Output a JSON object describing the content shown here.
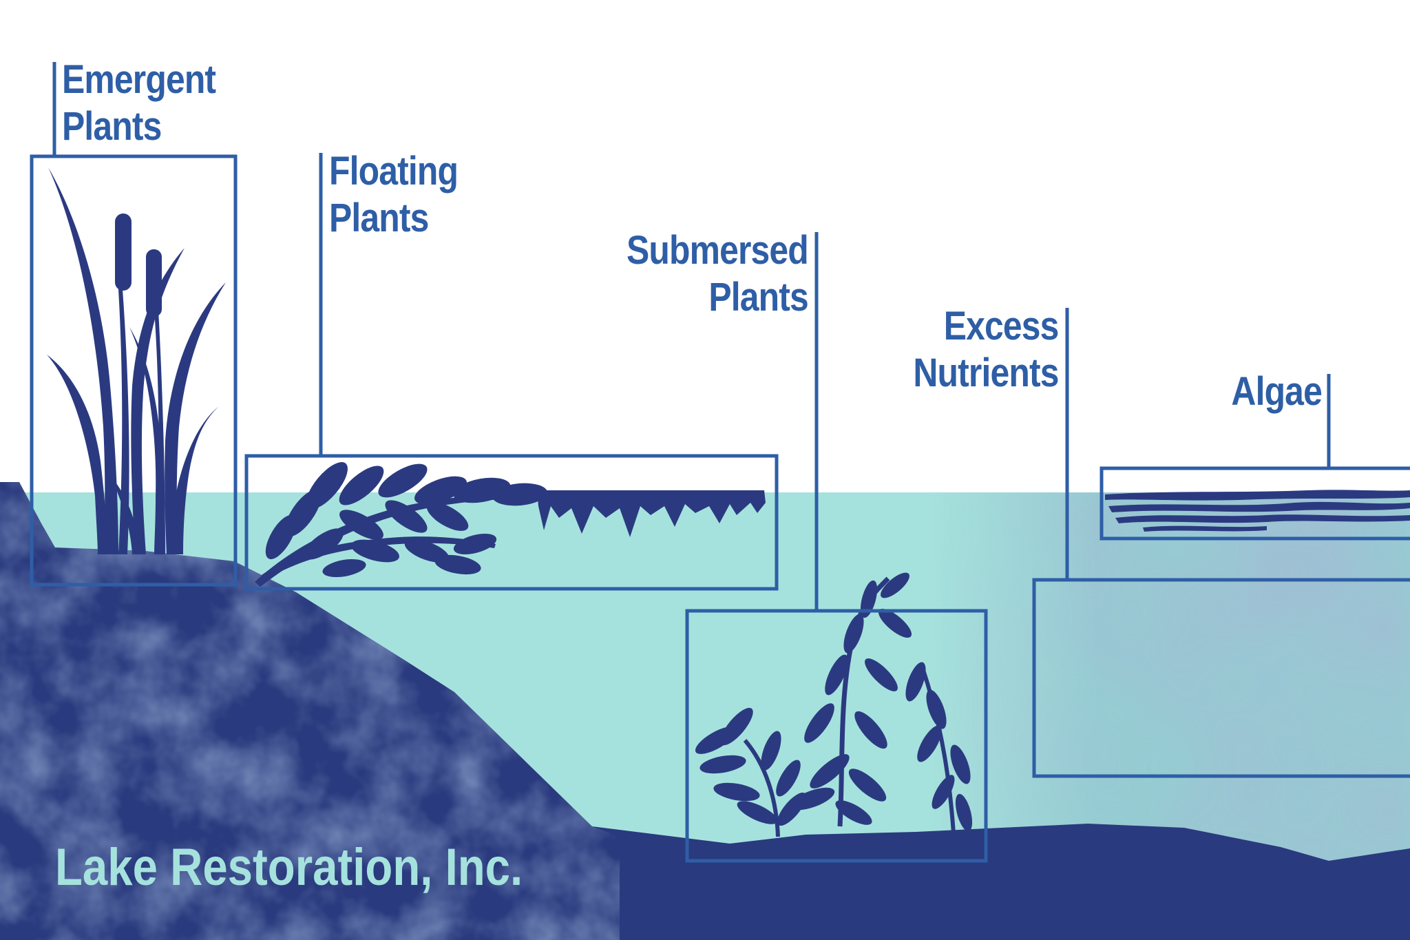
{
  "labels": {
    "emergent": {
      "line1": "Emergent",
      "line2": "Plants"
    },
    "floating": {
      "line1": "Floating",
      "line2": "Plants"
    },
    "submersed": {
      "line1": "Submersed",
      "line2": "Plants"
    },
    "excess": {
      "line1": "Excess",
      "line2": "Nutrients"
    },
    "algae": {
      "line1": "Algae"
    }
  },
  "brand": "Lake Restoration, Inc.",
  "colors": {
    "label": "#2e5ea6",
    "outline": "#2e5ea6",
    "plant": "#2b3a80",
    "water": "#a6e2dd",
    "soil": "#2a3a7e",
    "soil_light": "#3d5a9c",
    "murky": "#5f86a8",
    "brand": "#a6e2dd",
    "background": "#ffffff"
  }
}
